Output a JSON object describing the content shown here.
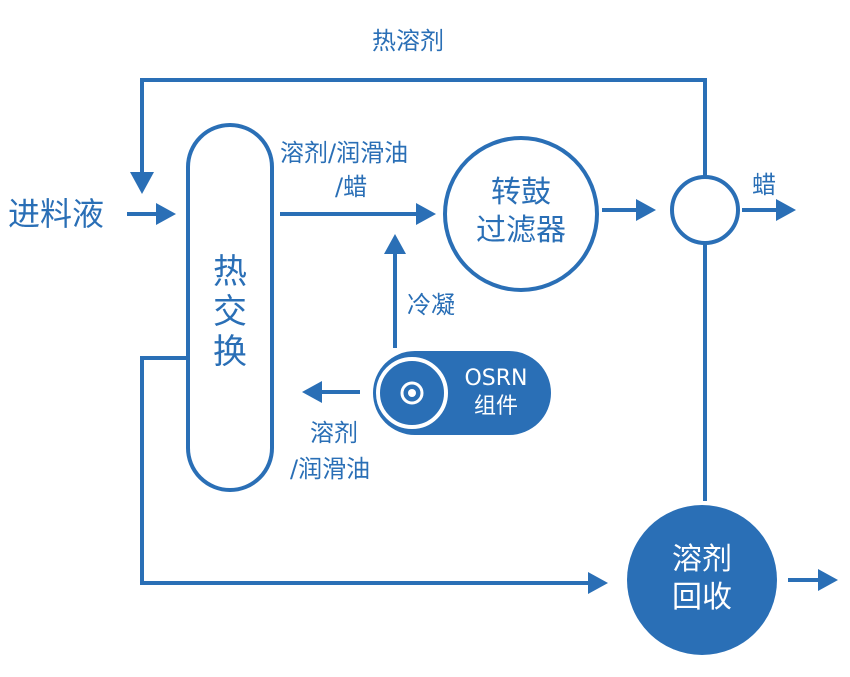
{
  "colors": {
    "primary": "#2a6fb6",
    "white": "#ffffff"
  },
  "labels": {
    "hot_solvent": "热溶剂",
    "feed_liquid": "进料液",
    "heat_exchange": [
      "热",
      "交",
      "换"
    ],
    "solvent_oil_wax_line1": "溶剂/润滑油",
    "solvent_oil_wax_line2": "/蜡",
    "rotary_filter_line1": "转鼓",
    "rotary_filter_line2": "过滤器",
    "wax": "蜡",
    "condense": "冷凝",
    "osrn_line1": "OSRN",
    "osrn_line2": "组件",
    "solvent_oil_line1": "溶剂",
    "solvent_oil_line2": "/润滑油",
    "solvent_recovery_line1": "溶剂",
    "solvent_recovery_line2": "回收"
  }
}
